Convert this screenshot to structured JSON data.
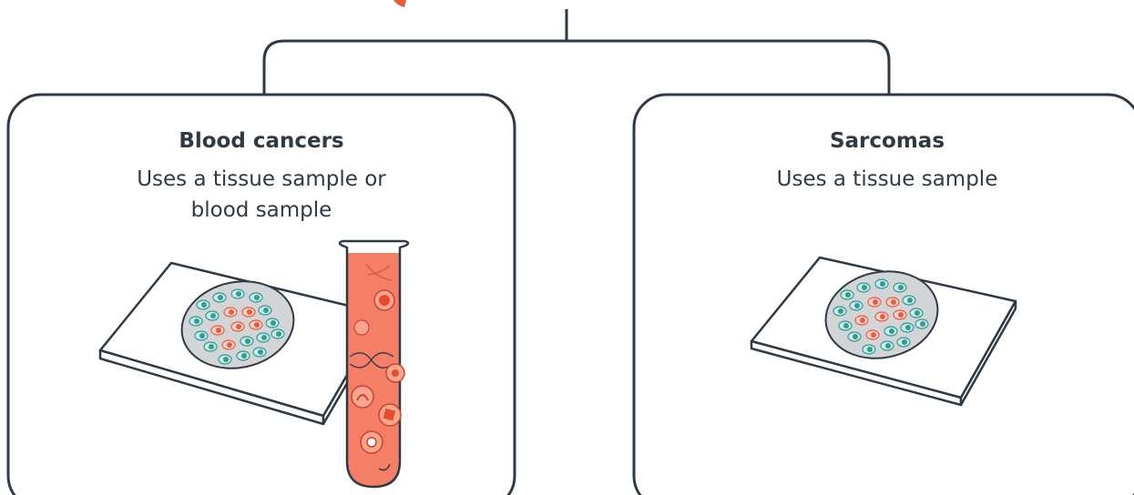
{
  "colors": {
    "outline": "#2f3a45",
    "accent": "#ee5a3c",
    "blood": "#f47e66",
    "cell_teal": "#2f9d94",
    "cell_teal_light": "#cfe9e6",
    "slide_tissue": "#d3d4d6"
  },
  "cards": [
    {
      "title": "Blood cancers",
      "subtitle": "Uses a tissue sample or blood sample",
      "icons": [
        "slide-icon",
        "test-tube-icon"
      ]
    },
    {
      "title": "Sarcomas",
      "subtitle": "Uses a tissue sample",
      "icons": [
        "slide-icon"
      ]
    }
  ]
}
